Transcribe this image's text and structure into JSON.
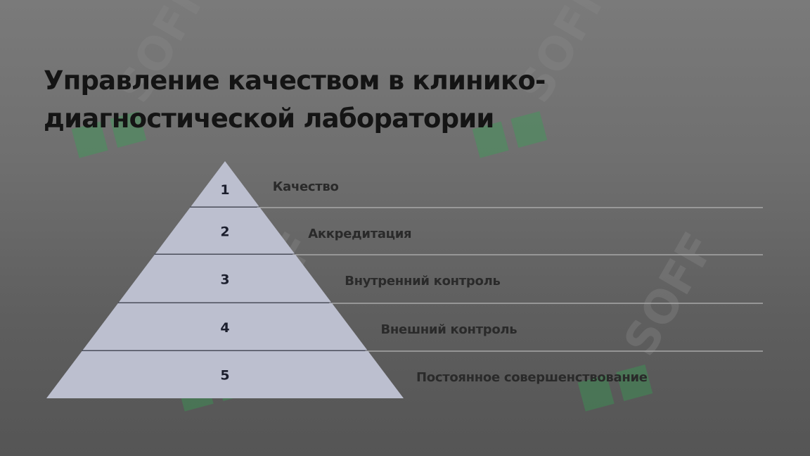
{
  "title": {
    "line1": "Управление качеством в клинико-",
    "line2": "диагностической лаборатории"
  },
  "pyramid": {
    "levels": [
      {
        "number": "1",
        "label": "Качество"
      },
      {
        "number": "2",
        "label": "Аккредитация"
      },
      {
        "number": "3",
        "label": "Внутренний контроль"
      },
      {
        "number": "4",
        "label": "Внешний контроль"
      },
      {
        "number": "5",
        "label": "Постоянное совершенствование"
      }
    ]
  },
  "watermark": {
    "text": "SOFF",
    "mark_color": "#2fa84f"
  },
  "colors": {
    "pyramid_fill": "#bcbfcf",
    "separator": "#4a4d5a",
    "rule": "#a8a8a8"
  }
}
